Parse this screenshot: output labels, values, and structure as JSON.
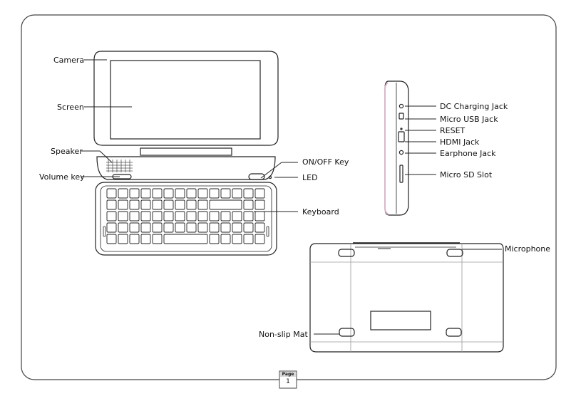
{
  "labels": {
    "camera": "Camera",
    "screen": "Screen",
    "speaker": "Speaker",
    "volume_key": "Volume key",
    "onoff_key": "ON/OFF Key",
    "led": "LED",
    "keyboard": "Keyboard",
    "dc_charging_jack": "DC Charging Jack",
    "micro_usb_jack": "Micro USB Jack",
    "reset": "RESET",
    "hdmi_jack": "HDMI Jack",
    "earphone_jack": "Earphone Jack",
    "micro_sd_slot": "Micro SD Slot",
    "microphone": "Microphone",
    "non_slip_mat": "Non-slip Mat"
  },
  "page_badge": {
    "word": "Page",
    "number": "1"
  },
  "colors": {
    "line": "#222222",
    "light_line": "#9a9a9a",
    "accent_edge": "#d9b8c9"
  }
}
